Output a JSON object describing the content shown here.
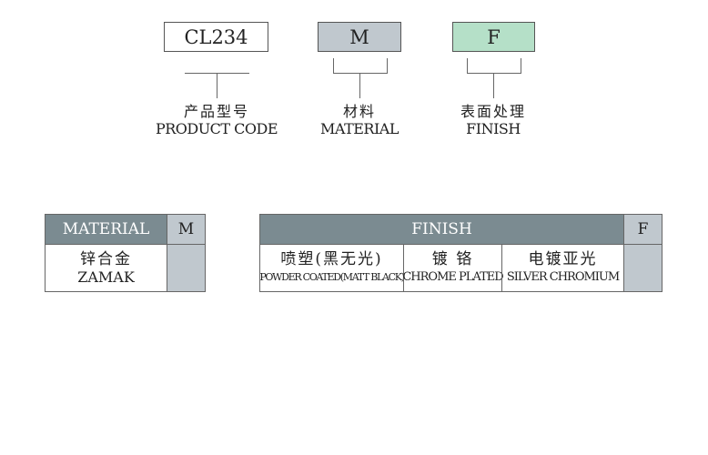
{
  "code": {
    "product_box": "CL234",
    "material_box": "M",
    "finish_box": "F",
    "product_label_zh": "产品型号",
    "product_label_en": "PRODUCT CODE",
    "material_label_zh": "材料",
    "material_label_en": "MATERIAL",
    "finish_label_zh": "表面处理",
    "finish_label_en": "FINISH"
  },
  "colors": {
    "header": "#7b8b91",
    "code_cell": "#c0c8ce",
    "finish_box": "#b5e0c8"
  },
  "material_table": {
    "header": "MATERIAL",
    "code": "M",
    "rows": [
      {
        "zh": "锌合金",
        "en": "ZAMAK"
      }
    ]
  },
  "finish_table": {
    "header": "FINISH",
    "code": "F",
    "options": [
      {
        "zh": "喷塑(黑无光)",
        "en": "POWDER COATED(MATT BLACK)"
      },
      {
        "zh": "镀 铬",
        "en": "CHROME PLATED"
      },
      {
        "zh": "电镀亚光",
        "en": "SILVER CHROMIUM"
      }
    ]
  }
}
